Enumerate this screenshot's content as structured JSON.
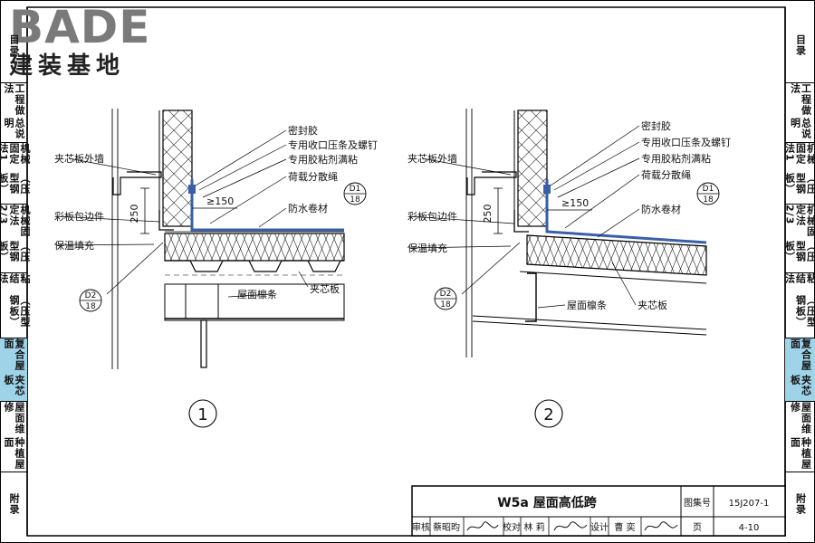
{
  "logo": {
    "brand": "BADE",
    "subtitle": "建装基地"
  },
  "nav_tabs": {
    "toc": [
      "目",
      "录"
    ],
    "general": [
      "总说明",
      "工程做法"
    ],
    "mech1": [
      "（压型钢板）",
      "机械固定法1"
    ],
    "mech23": [
      "（压型钢板）",
      "机械固定法2/3"
    ],
    "bond": [
      "（压型钢板）",
      "粘结法"
    ],
    "sandwich": [
      "夹芯板",
      "复合屋面"
    ],
    "planted": [
      "种植屋面",
      "屋面维修"
    ],
    "appendix": [
      "附",
      "录"
    ]
  },
  "detail1": {
    "labels": {
      "sealant": "密封胶",
      "strip_screw": "专用收口压条及螺钉",
      "adhesive": "专用胶粘剂满粘",
      "load_rope": "荷载分散绳",
      "wall": "夹芯板外墙",
      "flashing": "彩板包边件",
      "insulation": "保温填充",
      "membrane": "防水卷材",
      "purlin": "屋面檩条",
      "panel": "夹芯板"
    },
    "dim_height": "250",
    "dim_min": "≥150",
    "ref_d1": {
      "top": "D1",
      "bottom": "18"
    },
    "ref_d2": {
      "top": "D2",
      "bottom": "18"
    },
    "number": "1"
  },
  "detail2": {
    "labels": {
      "sealant": "密封胶",
      "strip_screw": "专用收口压条及螺钉",
      "adhesive": "专用胶粘剂满粘",
      "load_rope": "荷载分散绳",
      "wall": "夹芯板外墙",
      "flashing": "彩板包边件",
      "insulation": "保温填充",
      "membrane": "防水卷材",
      "panel": "夹芯板",
      "purlin": "屋面檩条"
    },
    "dim_height": "250",
    "dim_min": "≥150",
    "ref_d1": {
      "top": "D1",
      "bottom": "18"
    },
    "ref_d2": {
      "top": "D2",
      "bottom": "18"
    },
    "number": "2"
  },
  "title_block": {
    "title": "W5a  屋面高低跨",
    "atlas_label": "图集号",
    "atlas_no": "15J207-1",
    "page_label": "页",
    "page_no": "4-10",
    "review_label": "审核",
    "review_name": "蔡昭昀",
    "check_label": "校对",
    "check_name": "林  莉",
    "design_label": "设计",
    "design_name": "曹  奕"
  },
  "colors": {
    "membrane": "#3a5fa8",
    "active_tab": "#9fd3e8",
    "logo_gray": "#7a7a7a"
  }
}
